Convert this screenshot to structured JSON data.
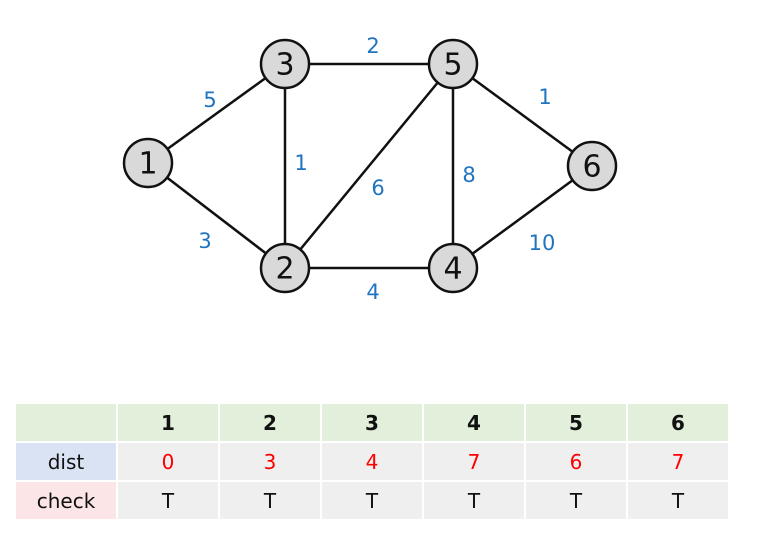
{
  "colors": {
    "edge": "#111111",
    "node_fill": "#d9d9d9",
    "weight_text": "#1f74c0",
    "dist_value": "#ff0000",
    "header_bg": "#e2efda",
    "dist_label_bg": "#dae3f3",
    "check_label_bg": "#fbe5e6",
    "cell_bg": "#efefef"
  },
  "graph": {
    "nodes": [
      {
        "id": "1",
        "label": "1"
      },
      {
        "id": "2",
        "label": "2"
      },
      {
        "id": "3",
        "label": "3"
      },
      {
        "id": "4",
        "label": "4"
      },
      {
        "id": "5",
        "label": "5"
      },
      {
        "id": "6",
        "label": "6"
      }
    ],
    "edges": [
      {
        "from": "1",
        "to": "3",
        "weight": "5"
      },
      {
        "from": "1",
        "to": "2",
        "weight": "3"
      },
      {
        "from": "3",
        "to": "5",
        "weight": "2"
      },
      {
        "from": "3",
        "to": "2",
        "weight": "1"
      },
      {
        "from": "2",
        "to": "5",
        "weight": "6"
      },
      {
        "from": "2",
        "to": "4",
        "weight": "4"
      },
      {
        "from": "5",
        "to": "4",
        "weight": "8"
      },
      {
        "from": "5",
        "to": "6",
        "weight": "1"
      },
      {
        "from": "4",
        "to": "6",
        "weight": "10"
      }
    ]
  },
  "table": {
    "headers": [
      "1",
      "2",
      "3",
      "4",
      "5",
      "6"
    ],
    "rows": [
      {
        "label": "dist",
        "values": [
          "0",
          "3",
          "4",
          "7",
          "6",
          "7"
        ]
      },
      {
        "label": "check",
        "values": [
          "T",
          "T",
          "T",
          "T",
          "T",
          "T"
        ]
      }
    ]
  }
}
